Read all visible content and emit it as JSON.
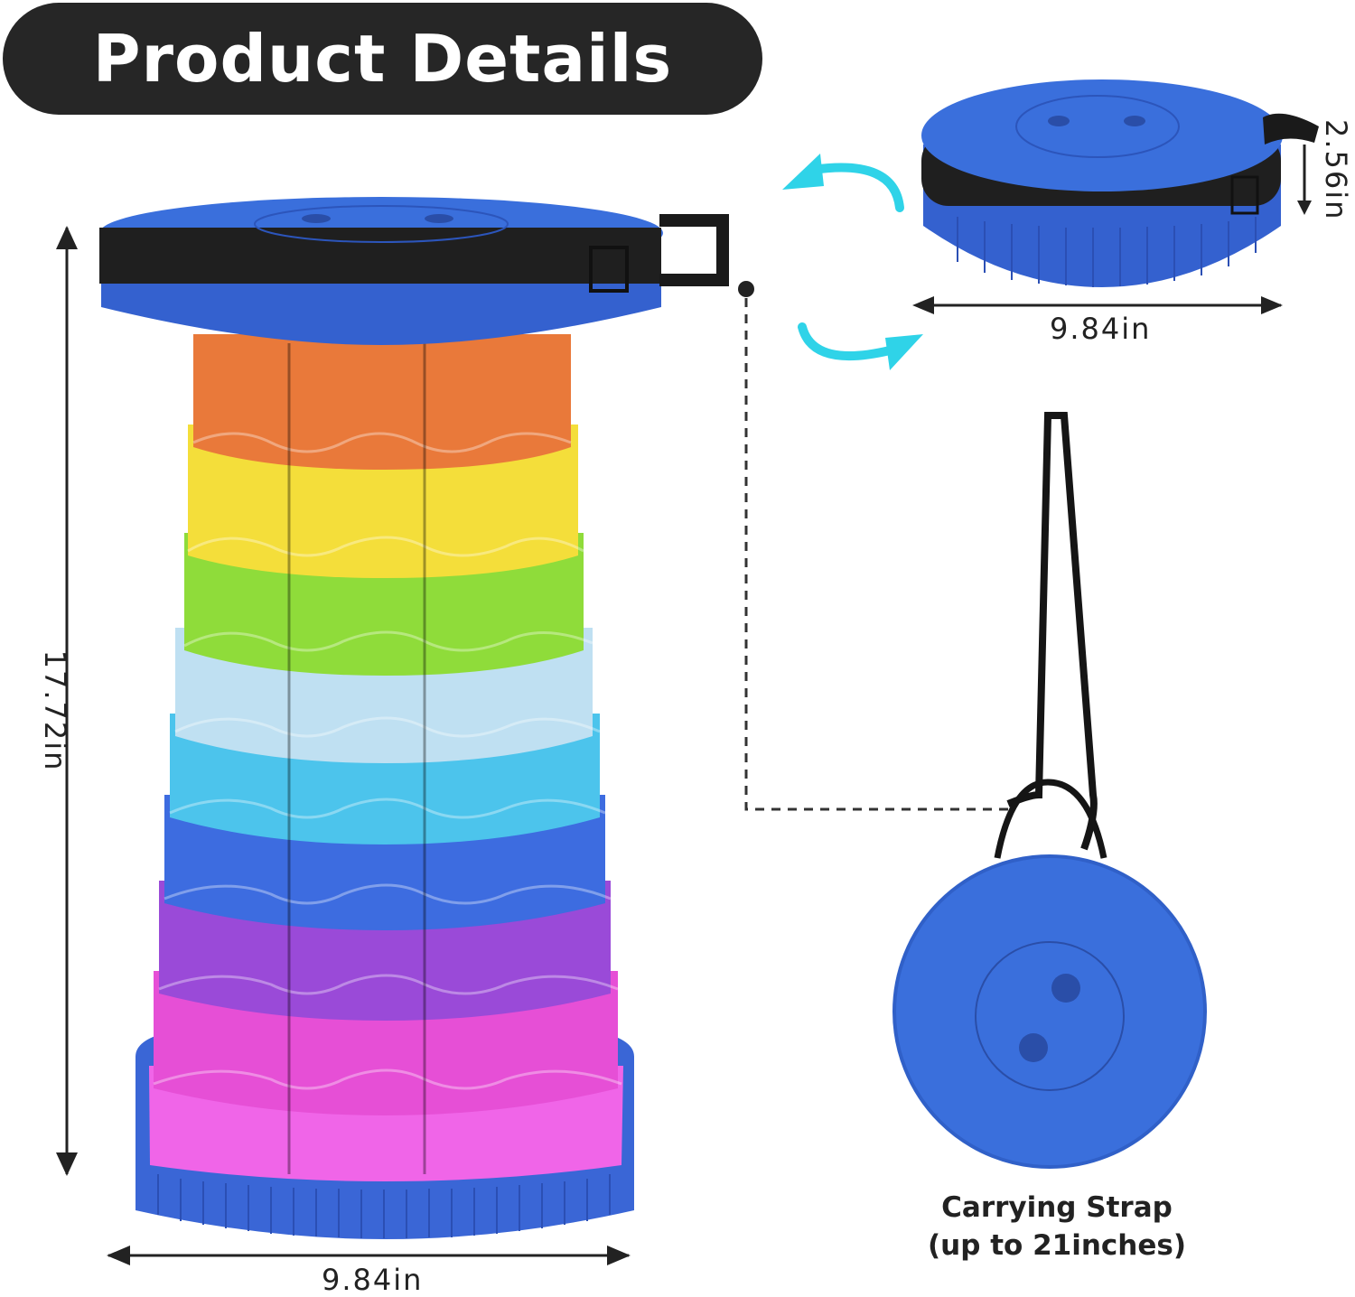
{
  "header": {
    "title": "Product Details"
  },
  "dimensions": {
    "height_open": "17.72in",
    "width_bottom": "9.84in",
    "width_folded": "9.84in",
    "height_folded": "2.56in"
  },
  "caption": {
    "line1": "Carrying Strap",
    "line2": "(up to 21inches)"
  },
  "colors": {
    "pill": "#262626",
    "seat_blue": "#3a6fdc",
    "arrow_cyan": "#2fd3e8",
    "tiers": [
      "#e9793a",
      "#f4de3a",
      "#8fdc3a",
      "#bfe0f2",
      "#4cc4ec",
      "#3d6ce0",
      "#9a4ad8",
      "#e64fd6",
      "#f065e8"
    ]
  }
}
